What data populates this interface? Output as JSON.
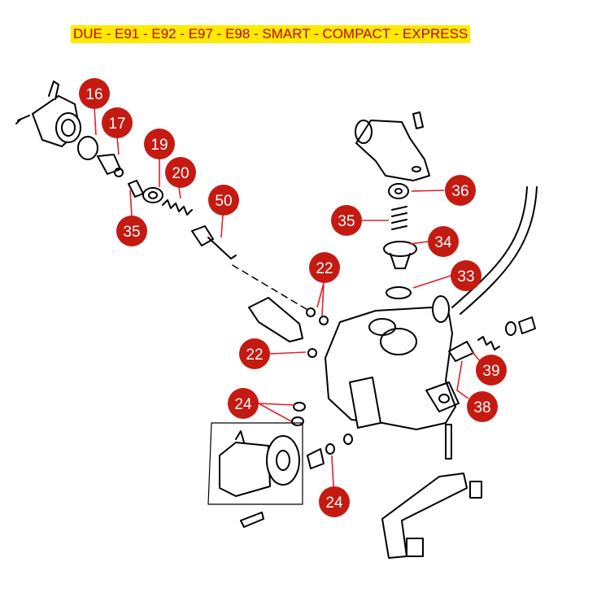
{
  "title": "DUE - E91 - E92 - E97 - E98 - SMART - COMPACT - EXPRESS",
  "colors": {
    "title_background": "#ffeb00",
    "title_text": "#c00000",
    "callout_fill": "#c41a12",
    "callout_text": "#ffffff",
    "leader_line": "#e0202b",
    "drawing_line": "#000000"
  },
  "callouts": [
    {
      "label": "16"
    },
    {
      "label": "17"
    },
    {
      "label": "19"
    },
    {
      "label": "20"
    },
    {
      "label": "35"
    },
    {
      "label": "50"
    },
    {
      "label": "36"
    },
    {
      "label": "35"
    },
    {
      "label": "34"
    },
    {
      "label": "33"
    },
    {
      "label": "22"
    },
    {
      "label": "22"
    },
    {
      "label": "39"
    },
    {
      "label": "38"
    },
    {
      "label": "24"
    },
    {
      "label": "24"
    }
  ]
}
